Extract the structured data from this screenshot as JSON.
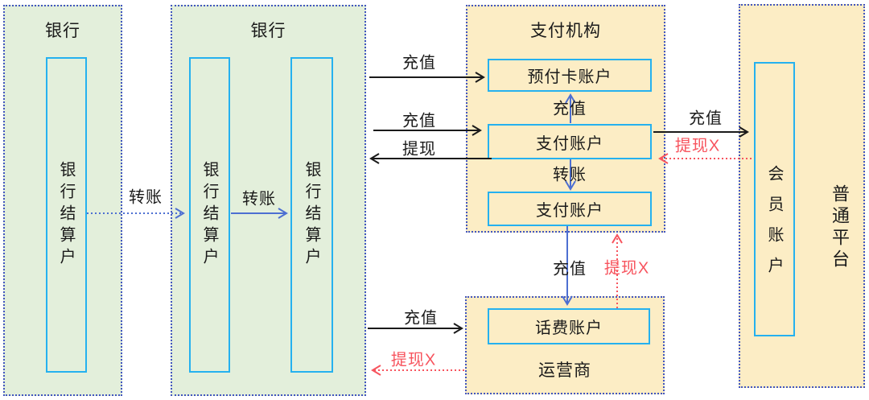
{
  "colors": {
    "ink": "#1a1a1a",
    "green_fill": "#e3efdb",
    "yellow_fill": "#fcedc5",
    "dot_border": "#4155c0",
    "inner_border": "#25b1ef",
    "blue": "#4d6fd2",
    "red": "#f7545e"
  },
  "bank1": {
    "title": "银行",
    "account": "银行结算户"
  },
  "bank2": {
    "title": "银行",
    "account_left": "银行结算户",
    "account_right": "银行结算户"
  },
  "payment_org": {
    "title": "支付机构",
    "prepaid_account": "预付卡账户",
    "payment_account_top": "支付账户",
    "payment_account_bottom": "支付账户"
  },
  "operator": {
    "title": "运营商",
    "account": "话费账户"
  },
  "platform": {
    "title": "普通平台",
    "account": "会员账户"
  },
  "flows": {
    "bank1_to_bank2": "转账",
    "bank2_internal": "转账",
    "bank_to_prepaid": "充值",
    "bank_to_payment": "充值",
    "payment_to_bank": "提现",
    "payment_to_prepaid": "充值",
    "payment_internal": "转账",
    "payment_to_member": "充值",
    "member_withdraw": "提现X",
    "payment_to_phone": "充值",
    "phone_withdraw": "提现X",
    "bank_to_operator": "充值",
    "operator_withdraw": "提现X"
  }
}
